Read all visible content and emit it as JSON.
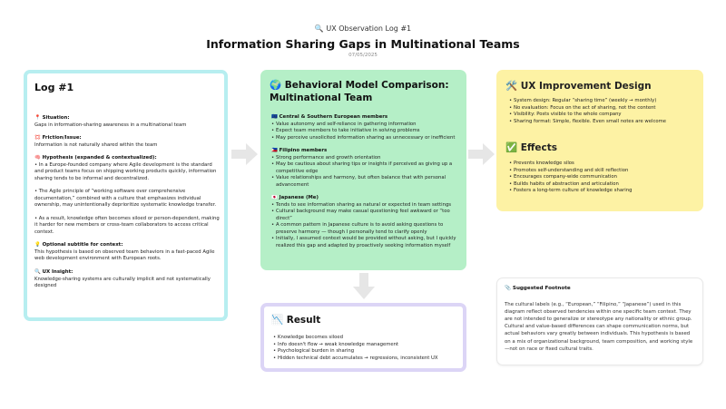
{
  "header": {
    "icon": "magnifier-icon",
    "supertitle": "🔍 UX Observation Log #1",
    "title": "Information Sharing Gaps in Multinational Teams",
    "date": "07/05/2025"
  },
  "log": {
    "title": "Log #1",
    "situation_title": "📍 Situation:",
    "situation_text": "Gaps in information-sharing awareness in a multinational team",
    "friction_title": "💢 Friction/Issue:",
    "friction_text": "Information is not naturally shared within the team",
    "hypothesis_title": "🧠 Hypothesis (expanded & contextualized):",
    "hypothesis_p1": "• In a Europe-founded company where Agile development is the standard and product teams focus on shipping working products quickly, information sharing tends to be informal and decentralized.",
    "hypothesis_p2": "• The Agile principle of “working software over comprehensive documentation,” combined with a culture that emphasizes individual ownership, may unintentionally deprioritize systematic knowledge transfer.",
    "hypothesis_p3": "• As a result, knowledge often becomes siloed or person-dependent, making it harder for new members or cross-team collaborators to access critical context.",
    "subtitle_title": "💡 Optional subtitle for context:",
    "subtitle_text": "This hypothesis is based on observed team behaviors in a fast-paced Agile web development environment with European roots.",
    "insight_title": "🔍 UX Insight:",
    "insight_text": "Knowledge-sharing systems are culturally implicit and not systematically designed"
  },
  "behavioral": {
    "title": "🌍 Behavioral Model Comparison: Multinational Team",
    "groups": [
      {
        "title": "🇪🇺 Central & Southern European members",
        "items": [
          "Value autonomy and self-reliance in gathering information",
          "Expect team members to take initiative in solving problems",
          "May perceive unsolicited information sharing as unnecessary or inefficient"
        ]
      },
      {
        "title": "🇵🇭 Filipino members",
        "items": [
          "Strong performance and growth orientation",
          "May be cautious about sharing tips or insights if perceived as giving up a competitive edge",
          "Value relationships and harmony, but often balance that with personal advancement"
        ]
      },
      {
        "title": "🇯🇵 Japanese (Me)",
        "items": [
          "Tends to see information sharing as natural or expected in team settings",
          "Cultural background may make casual questioning feel awkward or “too direct”",
          "A common pattern in Japanese culture is to avoid asking questions to preserve harmony — though I personally tend to clarify openly",
          "Initially, I assumed context would be provided without asking, but I quickly realized this gap and adapted by proactively seeking information myself"
        ]
      }
    ]
  },
  "ux": {
    "title": "🛠️ UX Improvement Design",
    "items": [
      "System design: Regular “sharing time” (weekly → monthly)",
      "No evaluation: Focus on the act of sharing, not the content",
      "Visibility: Posts visible to the whole company",
      "Sharing format: Simple, flexible. Even small notes are welcome"
    ],
    "effects_title": "✅ Effects",
    "effects": [
      "Prevents knowledge silos",
      "Promotes self-understanding and skill reflection",
      "Encourages company-wide communication",
      "Builds habits of abstraction and articulation",
      "Fosters a long-term culture of knowledge sharing"
    ]
  },
  "result": {
    "title": "📉 Result",
    "items": [
      "Knowledge becomes siloed",
      "Info doesn't flow → weak knowledge management",
      "Psychological burden in sharing",
      "Hidden technical debt accumulates → regressions, inconsistent UX"
    ]
  },
  "footnote": {
    "title": "📎 Suggested Footnote",
    "text": "The cultural labels (e.g., “European,” “Filipino,” “Japanese”) used in this diagram reflect observed tendencies within one specific team context. They are not intended to generalize or stereotype any nationality or ethnic group. Cultural and value-based differences can shape communication norms, but actual behaviors vary greatly between individuals. This hypothesis is based on a mix of organizational background, team composition, and working style—not on race or fixed cultural traits."
  },
  "colors": {
    "log_border": "#b7eef0",
    "behavioral_bg": "#b5efc7",
    "ux_bg": "#fdf2a4",
    "result_border": "#dcd5f6",
    "arrow": "#e6e6e6"
  }
}
